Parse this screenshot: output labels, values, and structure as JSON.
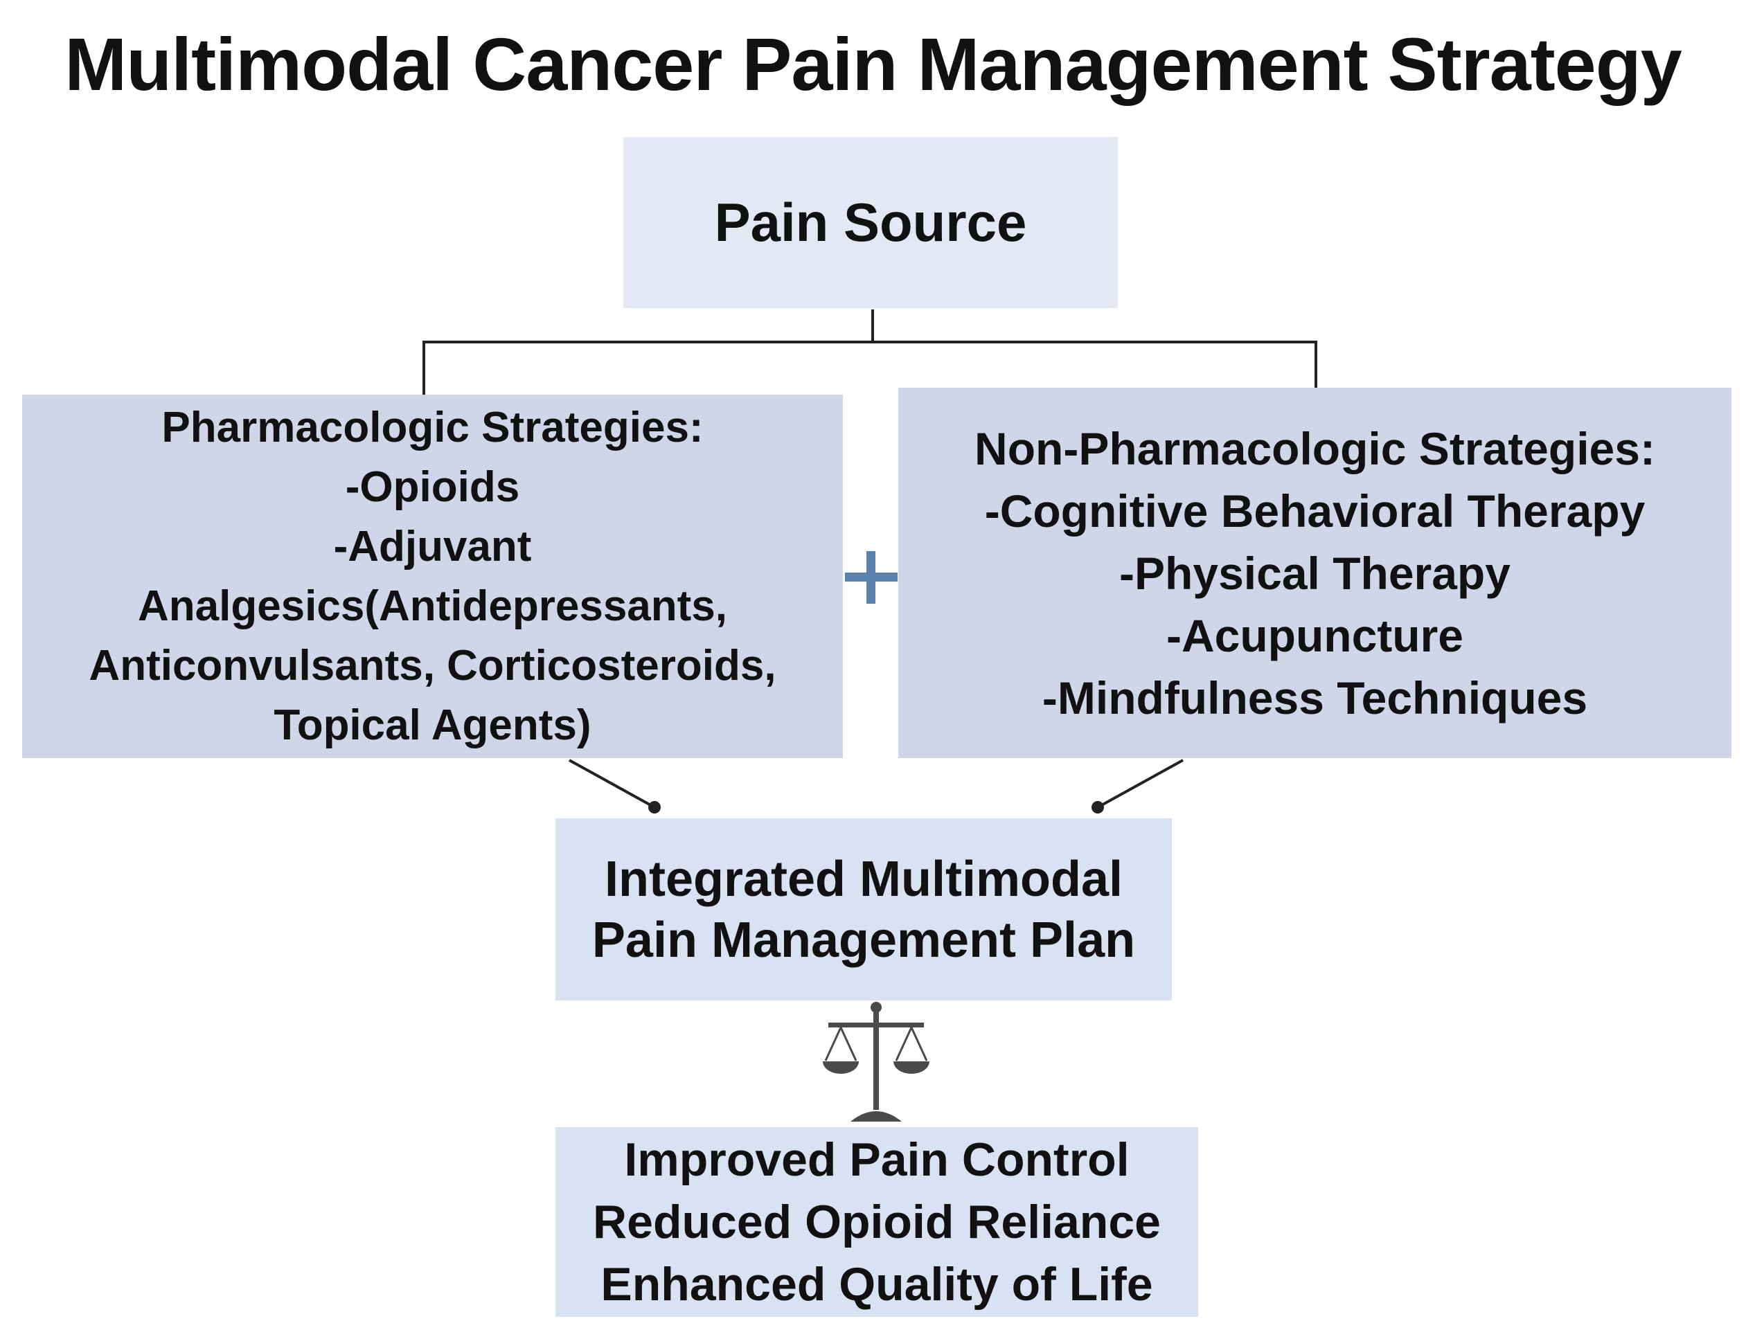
{
  "title": "Multimodal Cancer Pain Management Strategy",
  "pain_source": "Pain Source",
  "pharmacologic": {
    "lines": [
      "Pharmacologic Strategies:",
      "-Opioids",
      "-Adjuvant",
      "Analgesics(Antidepressants,",
      "Anticonvulsants, Corticosteroids,",
      "Topical Agents)"
    ]
  },
  "non_pharmacologic": {
    "lines": [
      "Non-Pharmacologic Strategies:",
      "-Cognitive Behavioral Therapy",
      "-Physical Therapy",
      "-Acupuncture",
      "-Mindfulness Techniques"
    ]
  },
  "integrated_plan": {
    "lines": [
      "Integrated Multimodal",
      "Pain Management Plan"
    ]
  },
  "outcomes": {
    "lines": [
      "Improved Pain Control",
      "Reduced Opioid Reliance",
      "Enhanced Quality of Life"
    ]
  },
  "icons": {
    "plus": "plus-icon",
    "balance": "balance-scale-icon"
  },
  "colors": {
    "box_top": "#e3e8f4",
    "box_strategy": "#ced6e8",
    "box_bottom": "#d9e2f3",
    "plus": "#5b82ad",
    "line": "#222222",
    "scale": "#4a4a4a"
  }
}
